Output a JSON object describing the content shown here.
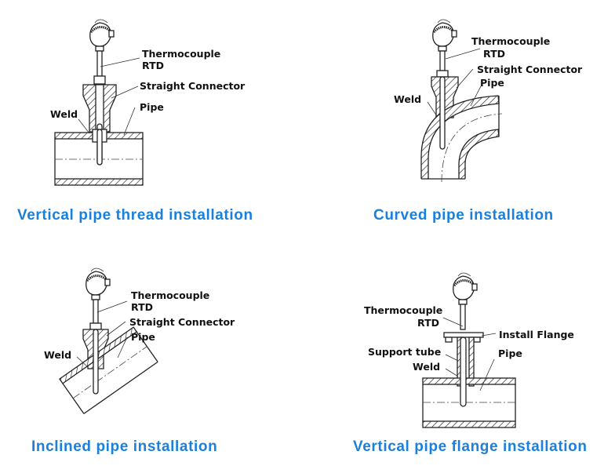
{
  "accent_color": "#1a80dc",
  "diagrams": [
    {
      "caption": "Vertical pipe thread installation",
      "labels": {
        "thermocouple": "Thermocouple",
        "rtd": "RTD",
        "connector": "Straight Connector",
        "pipe": "Pipe",
        "weld": "Weld"
      }
    },
    {
      "caption": "Curved pipe installation",
      "labels": {
        "thermocouple": "Thermocouple",
        "rtd": "RTD",
        "connector": "Straight Connector",
        "pipe": "Pipe",
        "weld": "Weld"
      }
    },
    {
      "caption": "Inclined pipe installation",
      "labels": {
        "thermocouple": "Thermocouple",
        "rtd": "RTD",
        "connector": "Straight Connector",
        "pipe": "Pipe",
        "weld": "Weld"
      }
    },
    {
      "caption": "Vertical pipe flange installation",
      "labels": {
        "thermocouple": "Thermocouple",
        "rtd": "RTD",
        "flange": "Install Flange",
        "support": "Support tube",
        "weld": "Weld",
        "pipe": "Pipe"
      }
    }
  ]
}
